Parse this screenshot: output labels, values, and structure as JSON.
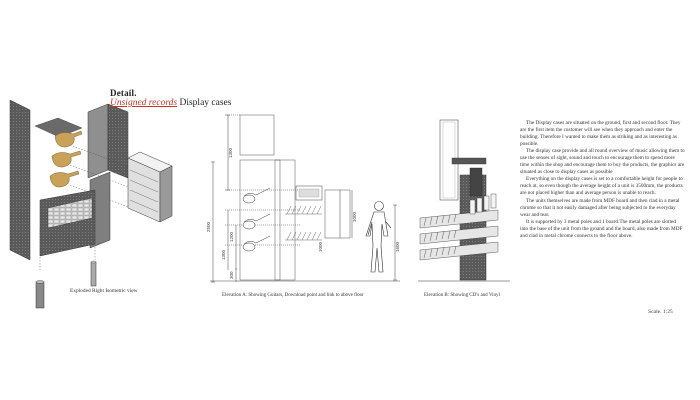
{
  "header": {
    "title": "Detail.",
    "brand_link": "Unsigned records",
    "subtitle_rest": " Display cases"
  },
  "captions": {
    "isometric": "Exploded Right Isometric view",
    "elevation_a": "Elevation A: Showing Guitars, Download point and link to above floor",
    "elevation_b": "Elevation B: Showing CD's and Vinyl"
  },
  "dimensions": {
    "overall_height": "2500",
    "top_unit": "1300",
    "lower_a": "1300",
    "mid_a": "1200",
    "base_a": "300",
    "download_point": "1000",
    "kiosk": "1000",
    "person": "1600"
  },
  "body_paragraphs": [
    "The Display cases are situated on the ground, first and second floor. They are the first item the customer will see when they approach and enter the building. Therefore I wanted to make them as striking and as interesting as possible.",
    "The display case provide and all round overview of music allowing them to use the senses of sight, sound and touch to encourage them to spend more time within the shop and encourage them to buy the products, the graphics are situated as close to display cases as possible",
    "Everything on the display cases is set to a comfortable height for people to reach at, so even though the average height of a unit is 3500mm, the products are not placed higher than and average person is unable to reach.",
    "The units themselves are made from MDF board and then clad in a metal chrome so that it not easily damaged after being subjected to the everyday wear and tear.",
    "It is supported by 3 metal poles and 1 board.The metal poles are slotted into the base of the unit from the groand and the board, also made from MDF and clad in metal chrome connects to the floor above."
  ],
  "scale": "Scale. 1:25",
  "colors": {
    "panel": "#555555",
    "guitar": "#c9a25a",
    "link": "#c0392b"
  }
}
